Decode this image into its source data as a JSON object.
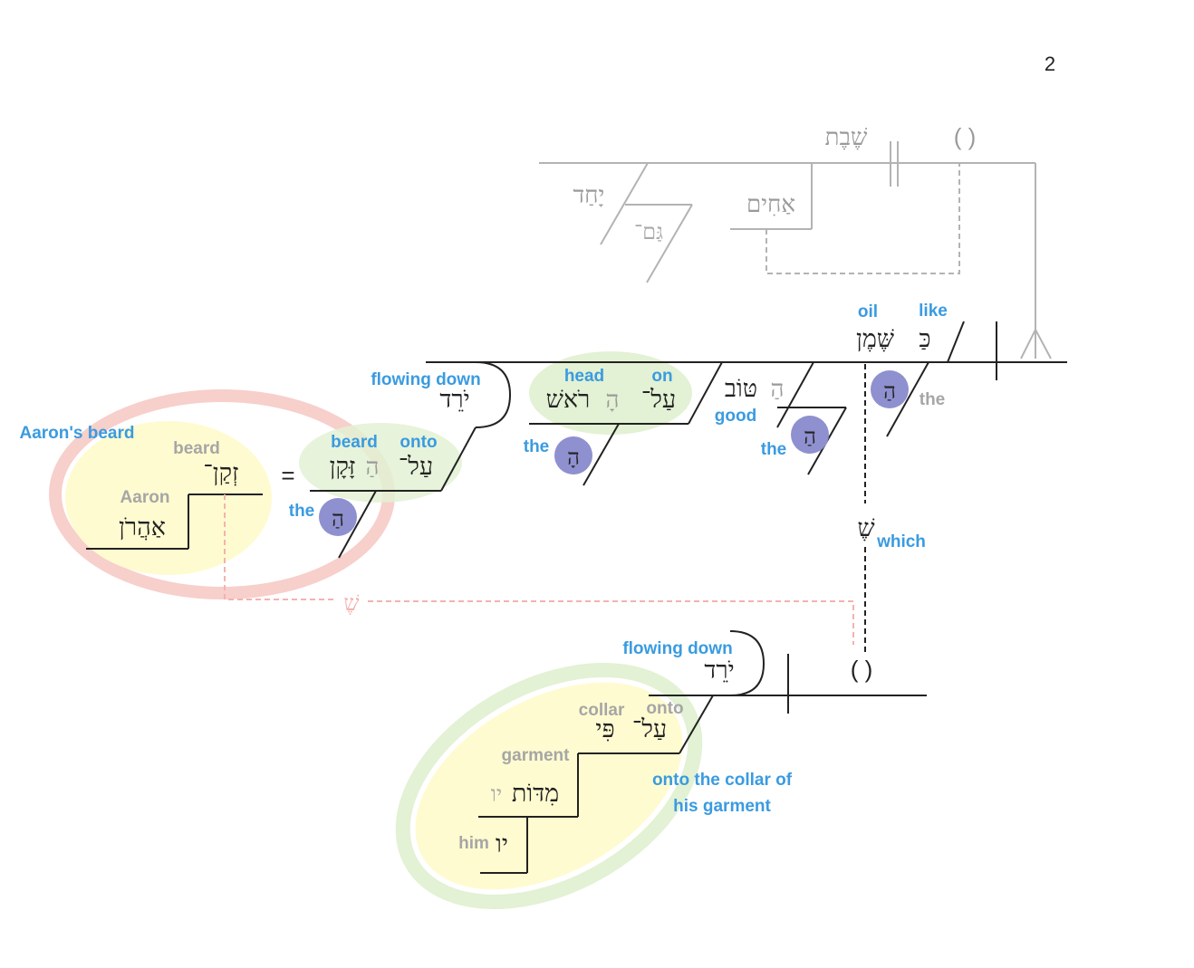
{
  "page": {
    "number": "2"
  },
  "top_clause": {
    "shevet": "שֶׁבֶת",
    "yachad": "יָחַד",
    "gam": "גַּם־",
    "achim": "אַחִים",
    "paren": "( )"
  },
  "main_clause": {
    "ke": "כַּ",
    "shemen": "שֶּׁמֶן",
    "gloss_oil": "oil",
    "gloss_like": "like",
    "ha": "הַ",
    "gloss_the": "the",
    "tov": "טּוֹב",
    "gloss_good": "good",
    "ha2": "הַ",
    "he_prefix": "הַ",
    "gloss_the2": "the"
  },
  "head_phrase": {
    "al": "עַל־",
    "ha": "הָ",
    "rosh": "רֹאשׁ",
    "gloss_head": "head",
    "gloss_on": "on",
    "he_prefix": "הָ",
    "gloss_the": "the"
  },
  "yored1": {
    "word": "יֹרֵד",
    "gloss": "flowing down"
  },
  "beard_phrase": {
    "al": "עַל־",
    "ha": "הַ",
    "zakan": "זָּקָן",
    "gloss_beard": "beard",
    "gloss_onto": "onto",
    "he_prefix": "הַ",
    "gloss_the": "the",
    "equals": "="
  },
  "aaron_beard": {
    "label": "Aaron's beard",
    "zekan": "זְקַן־",
    "gloss_beard": "beard",
    "aharon": "אַהֲרֹן",
    "gloss_aaron": "Aaron",
    "she_link": "שֶׁ"
  },
  "relative": {
    "she": "שֶׁ",
    "gloss_which": "which"
  },
  "yored2": {
    "word": "יֹרֵד",
    "gloss": "flowing down",
    "paren": "( )"
  },
  "collar_phrase": {
    "al": "עַל־",
    "pi": "פִּי",
    "gloss_collar": "collar",
    "gloss_onto": "onto",
    "middot": "מִדּוֹת",
    "yu_suffix": "יו",
    "gloss_garment": "garment",
    "yu": "יו",
    "gloss_him": "him",
    "summary_line1": "onto the collar of",
    "summary_line2": "his garment"
  },
  "colors": {
    "gloss_blue": "#3a9be0",
    "gloss_gray": "#a6a6a6",
    "he_circle": "#8f90cf",
    "green_highlight": "#e3f1d4",
    "yellow_highlight": "#fffbd0",
    "pink_ring": "#f7cfcb"
  }
}
